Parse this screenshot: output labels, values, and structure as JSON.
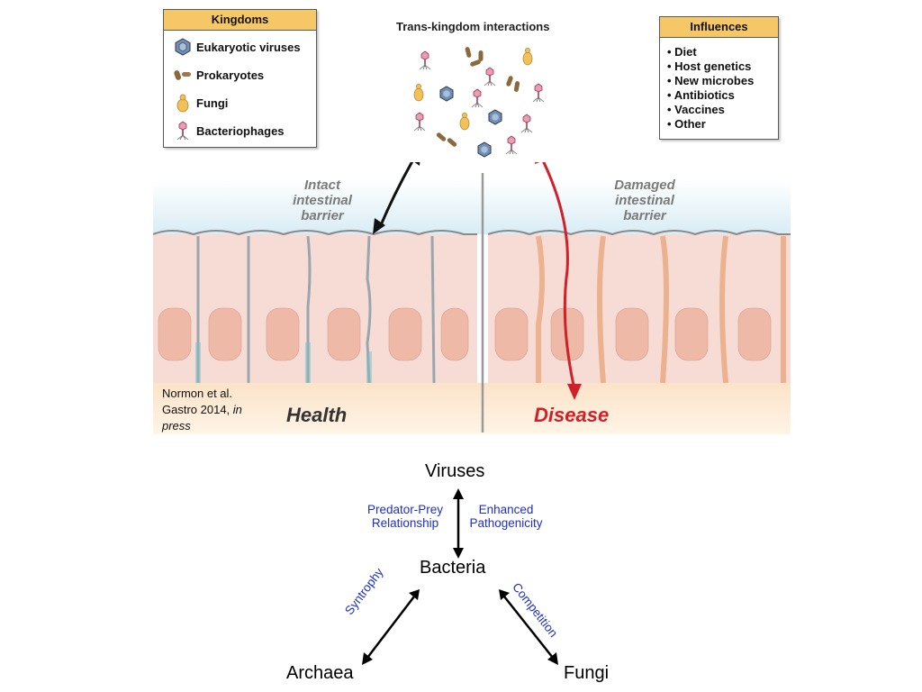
{
  "kingdoms": {
    "title": "Kingdoms",
    "items": [
      {
        "label": "Eukaryotic viruses",
        "icon": "virus-icon"
      },
      {
        "label": "Prokaryotes",
        "icon": "prokaryote-icon"
      },
      {
        "label": "Fungi",
        "icon": "fungi-icon"
      },
      {
        "label": "Bacteriophages",
        "icon": "bacteriophage-icon"
      }
    ]
  },
  "trans_title": "Trans-kingdom interactions",
  "influences": {
    "title": "Influences",
    "items": [
      "Diet",
      "Host genetics",
      "New microbes",
      "Antibiotics",
      "Vaccines",
      "Other"
    ]
  },
  "intact_label": [
    "Intact",
    "intestinal",
    "barrier"
  ],
  "damaged_label": [
    "Damaged",
    "intestinal",
    "barrier"
  ],
  "health_label": "Health",
  "disease_label": "Disease",
  "citation": {
    "line1": "Normon et al.",
    "line2": "Gastro 2014,",
    "italic": "in",
    "line3": "press"
  },
  "network": {
    "nodes": {
      "viruses": "Viruses",
      "bacteria": "Bacteria",
      "archaea": "Archaea",
      "fungi": "Fungi"
    },
    "relations": {
      "predator_prey": [
        "Predator-Prey",
        "Relationship"
      ],
      "enhanced": [
        "Enhanced",
        "Pathogenicity"
      ],
      "syntrophy": "Syntrophy",
      "competition": "Competition"
    }
  },
  "colors": {
    "header_fill": "#f5c767",
    "disease_red": "#d0202a",
    "relation_blue": "#1f2fc4"
  }
}
